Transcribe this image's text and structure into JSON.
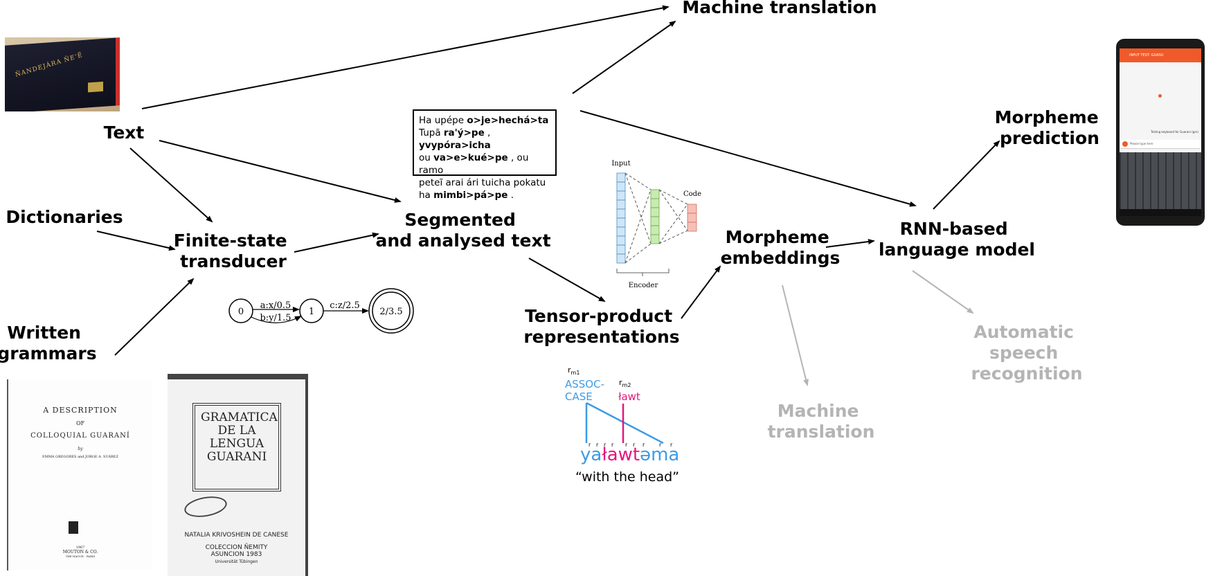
{
  "nodes": {
    "text": "Text",
    "dictionaries": "Dictionaries",
    "written_grammars": [
      "Written",
      "grammars"
    ],
    "fst": [
      "Finite-state",
      "transducer"
    ],
    "segmented": [
      "Segmented",
      "and analysed text"
    ],
    "machine_translation_top": "Machine translation",
    "tensor_product": [
      "Tensor-product",
      "representations"
    ],
    "morpheme_embeddings": [
      "Morpheme",
      "embeddings"
    ],
    "rnn_lm": [
      "RNN-based",
      "language model"
    ],
    "morpheme_prediction": [
      "Morpheme",
      "prediction"
    ],
    "machine_translation_future": [
      "Machine",
      "translation"
    ],
    "asr": [
      "Automatic",
      "speech",
      "recognition"
    ]
  },
  "example_text": {
    "line1": {
      "plain": "Ha upépe ",
      "bold": "o>je>hechá>ta"
    },
    "line2": {
      "plain": "Tupã ",
      "bold1": "ra'ý>pe",
      "sep": " , ",
      "bold2": "yvypóra>icha"
    },
    "line3": {
      "plain": "ou ",
      "bold": "va>e>kué>pe",
      "rest": " , ou ramo"
    },
    "line4": "peteĩ arai ári tuicha pokatu",
    "line5": {
      "plain": "ha ",
      "bold": "mimbi>pá>pe",
      "rest": " ."
    }
  },
  "fst_graph": {
    "states": [
      "0",
      "1",
      "2/3.5"
    ],
    "edges": [
      "a:x/0.5",
      "b:y/1.5",
      "c:z/2.5"
    ]
  },
  "autoencoder": {
    "input_label": "Input",
    "code_label": "Code",
    "encoder_label": "Encoder"
  },
  "tpr_figure": {
    "role1": "r",
    "role1_sub": "m1",
    "role2": "r",
    "role2_sub": "m2",
    "filler1": [
      "ASSOC-",
      "CASE"
    ],
    "filler2": "ławt",
    "word": {
      "a": "ya",
      "b": "ławt",
      "c": "ə",
      "d": "ma"
    },
    "gloss": "“with the head”"
  },
  "book_covers": {
    "bible_title": "ÑANDEJÁRA ÑE'Ẽ",
    "guarani_description": {
      "line1": "A DESCRIPTION",
      "line2": "OF",
      "line3": "COLLOQUIAL GUARANÍ",
      "by": "by",
      "authors": "EMMA GREGORES and JORGE A. SUÁREZ",
      "year": "1967",
      "publisher": "MOUTON & CO.",
      "place": "THE HAGUE · PARIS"
    },
    "gramatica": {
      "title": [
        "GRAMATICA",
        "DE LA",
        "LENGUA",
        "GUARANI"
      ],
      "author": "NATALIA KRIVOSHEIN DE CANESE",
      "collection": "COLECCION ÑEMITY",
      "place_year": "ASUNCION 1983",
      "library": "Universität Tübingen"
    }
  },
  "phone": {
    "app_title": "INPUT TEST: GUASU",
    "message1": "Testing keyboard for Guarani (grn)",
    "input_placeholder": "Please type here"
  },
  "colors": {
    "gray_node": "#b4b4b4",
    "blue": "#3d9be6",
    "magenta": "#e6157b",
    "input_layer": "#cfe6f7",
    "hidden_layer": "#c9ebb0",
    "code_layer": "#f5c0b8",
    "phone_header": "#f05a2a"
  }
}
